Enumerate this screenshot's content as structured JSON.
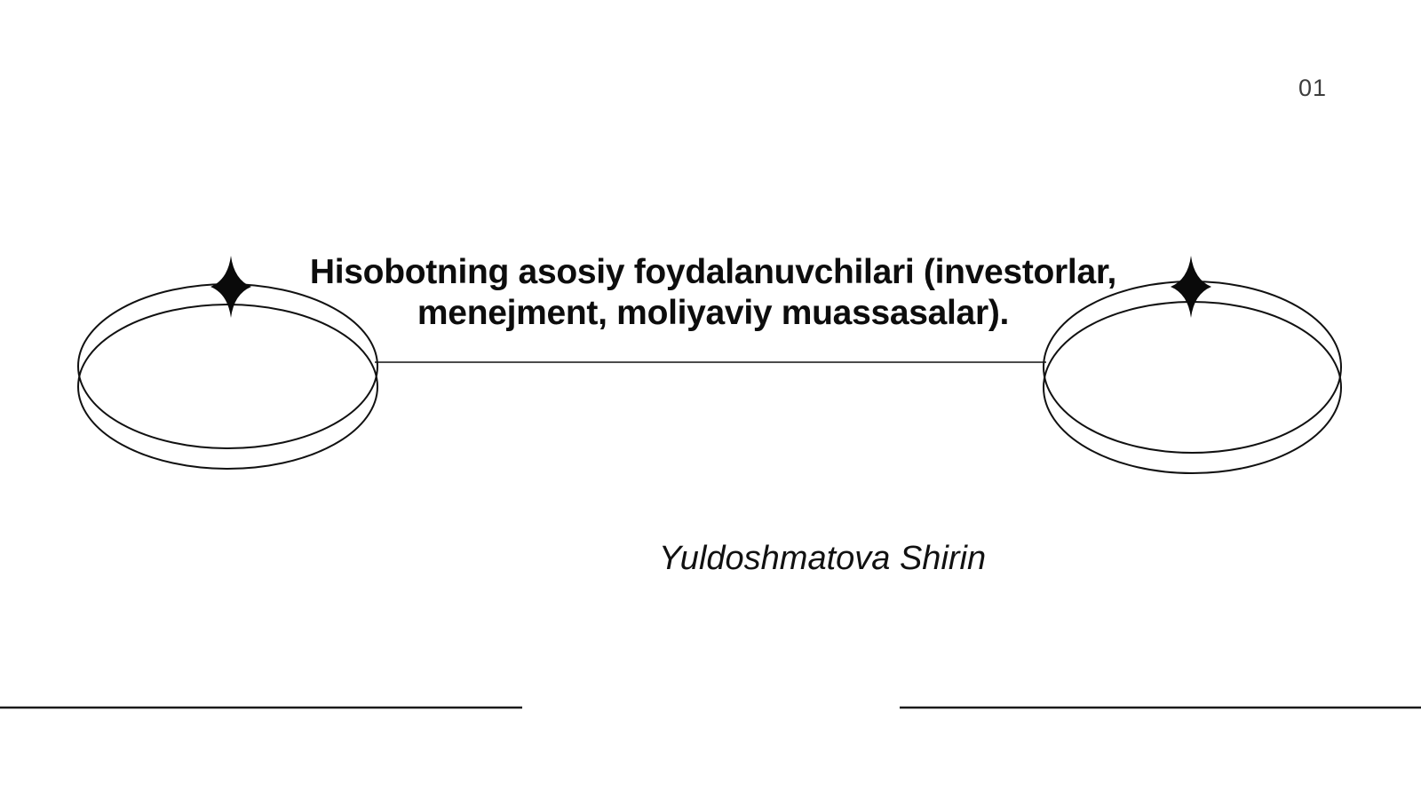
{
  "page": {
    "number": "01"
  },
  "title": {
    "line1": "Hisobotning asosiy foydalanuvchilari (investorlar,",
    "line2": "menejment, moliyaviy muassasalar)."
  },
  "author": {
    "name": "Yuldoshmatova Shirin"
  },
  "colors": {
    "background": "#ffffff",
    "title_text": "#0d0d0d",
    "author_text": "#111111",
    "page_number_text": "#3d3d3d",
    "shape_stroke": "#111111",
    "star_fill": "#0a0a0a",
    "rule_line": "#1a1a1a"
  },
  "icons": {
    "left_star": "sparkle-icon",
    "right_star": "sparkle-icon"
  }
}
